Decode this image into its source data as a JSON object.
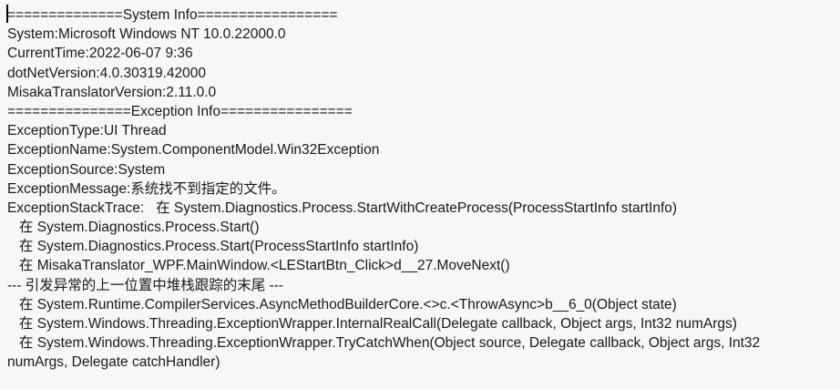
{
  "window": {
    "background_color": "#f7f7f7",
    "text_color": "#1a1a1a",
    "caret_color": "#000000"
  },
  "log": {
    "lines": [
      "==============System Info=================",
      "System:Microsoft Windows NT 10.0.22000.0",
      "CurrentTime:2022-06-07 9:36",
      "dotNetVersion:4.0.30319.42000",
      "MisakaTranslatorVersion:2.11.0.0",
      "===============Exception Info================",
      "ExceptionType:UI Thread",
      "ExceptionName:System.ComponentModel.Win32Exception",
      "ExceptionSource:System",
      "ExceptionMessage:系统找不到指定的文件。",
      "ExceptionStackTrace:   在 System.Diagnostics.Process.StartWithCreateProcess(ProcessStartInfo startInfo)",
      "   在 System.Diagnostics.Process.Start()",
      "   在 System.Diagnostics.Process.Start(ProcessStartInfo startInfo)",
      "   在 MisakaTranslator_WPF.MainWindow.<LEStartBtn_Click>d__27.MoveNext()",
      "--- 引发异常的上一位置中堆栈跟踪的末尾 ---",
      "   在 System.Runtime.CompilerServices.AsyncMethodBuilderCore.<>c.<ThrowAsync>b__6_0(Object state)",
      "   在 System.Windows.Threading.ExceptionWrapper.InternalRealCall(Delegate callback, Object args, Int32 numArgs)",
      "   在 System.Windows.Threading.ExceptionWrapper.TryCatchWhen(Object source, Delegate callback, Object args, Int32",
      "numArgs, Delegate catchHandler)"
    ]
  }
}
